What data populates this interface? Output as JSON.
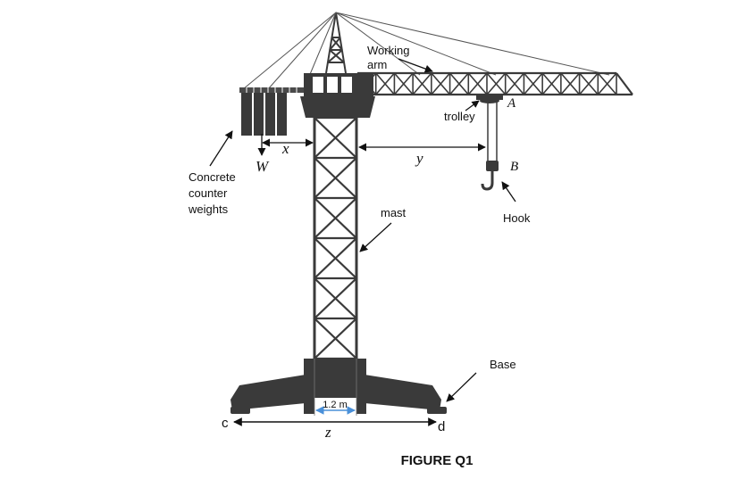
{
  "figure": {
    "caption": "FIGURE Q1",
    "labels": {
      "working_arm": [
        "Working",
        "arm"
      ],
      "trolley": "trolley",
      "point_a": "A",
      "point_b": "B",
      "hook": "Hook",
      "counterweights": [
        "Concrete",
        "counter",
        "weights"
      ],
      "weight": "W",
      "dist_x": "x",
      "dist_y": "y",
      "mast": "mast",
      "base": "Base",
      "base_width": "1.2 m",
      "point_c": "c",
      "point_d": "d",
      "dist_z": "z"
    },
    "colors": {
      "structure": "#3a3a3a",
      "lines": "#111111",
      "dimension_arrow": "#4a90d9"
    }
  }
}
